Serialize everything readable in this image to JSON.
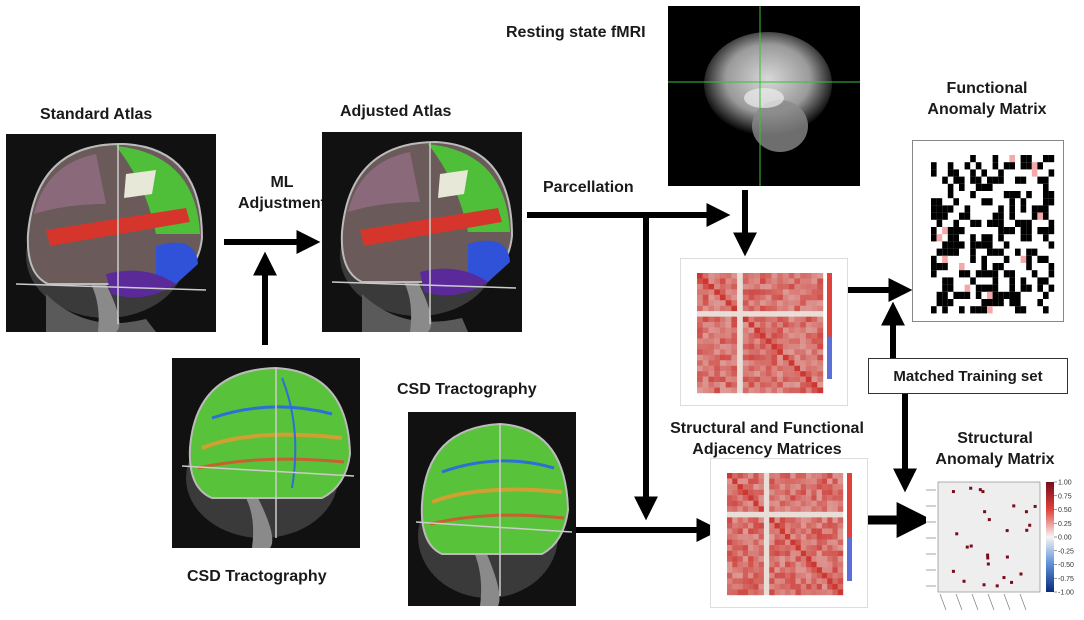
{
  "labels": {
    "standard_atlas": "Standard Atlas",
    "ml_adjustment_1": "ML",
    "ml_adjustment_2": "Adjustment",
    "adjusted_atlas": "Adjusted Atlas",
    "resting_state": "Resting state fMRI",
    "parcellation": "Parcellation",
    "functional_anomaly_1": "Functional",
    "functional_anomaly_2": "Anomaly Matrix",
    "csd_tractography_mid": "CSD Tractography",
    "csd_tractography_left": "CSD Tractography",
    "structural_functional_1": "Structural and Functional",
    "structural_functional_2": "Adjacency Matrices",
    "matched_training": "Matched Training set",
    "structural_anomaly_1": "Structural",
    "structural_anomaly_2": "Anomaly Matrix"
  },
  "colorbar_ticks": [
    "1.00",
    "0.75",
    "0.50",
    "0.25",
    "0.00",
    "-0.25",
    "-0.50",
    "-0.75",
    "-1.00"
  ],
  "colors": {
    "arrow": "#000000",
    "matrix_red": "#e0413a",
    "matrix_light": "#f6c9c2",
    "tract_green": "#58c23a",
    "atlas_green": "#4fbf3a",
    "atlas_red": "#d6352c",
    "atlas_blue": "#2f52d8",
    "atlas_purple": "#5b2a9a"
  }
}
